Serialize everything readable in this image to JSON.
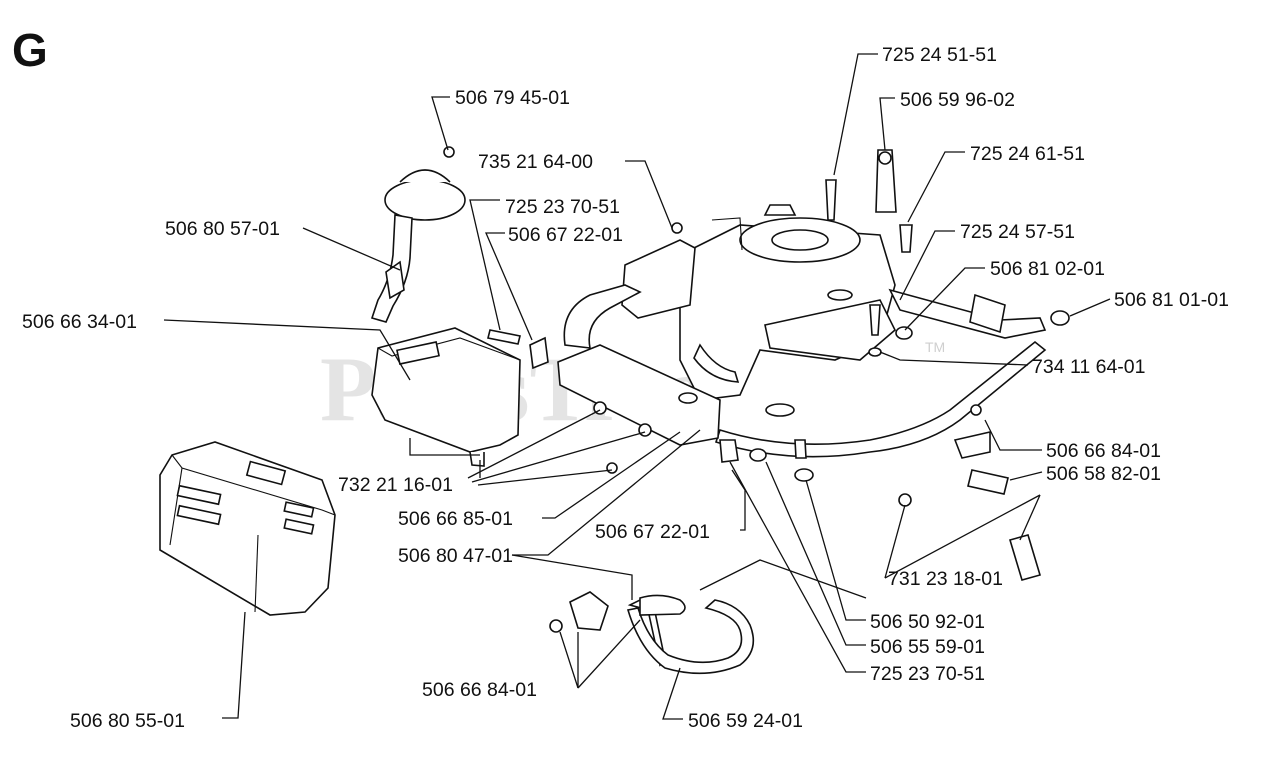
{
  "section": "G",
  "watermark": "PartsTree",
  "watermark_tm": "TM",
  "parts": {
    "p506794501": "506 79 45-01",
    "p506805701": "506 80 57-01",
    "p735216400": "735 21 64-00",
    "p725237051a": "725 23 70-51",
    "p506672201a": "506 67 22-01",
    "p506663401": "506 66 34-01",
    "p725245151": "725 24 51-51",
    "p506599602": "506 59 96-02",
    "p725246151": "725 24 61-51",
    "p725245751": "725 24 57-51",
    "p506810201": "506 81 02-01",
    "p506810101": "506 81 01-01",
    "p734116401": "734 11 64-01",
    "p506668401a": "506 66 84-01",
    "p506588201": "506 58 82-01",
    "p732211601": "732 21 16-01",
    "p506668501": "506 66 85-01",
    "p506804701": "506 80 47-01",
    "p506672201b": "506 67 22-01",
    "p731231801": "731 23 18-01",
    "p506509201": "506 50 92-01",
    "p506555901": "506 55 59-01",
    "p725237051b": "725 23 70-51",
    "p506668401b": "506 66 84-01",
    "p506592401": "506 59 24-01",
    "p506805501": "506 80 55-01"
  }
}
